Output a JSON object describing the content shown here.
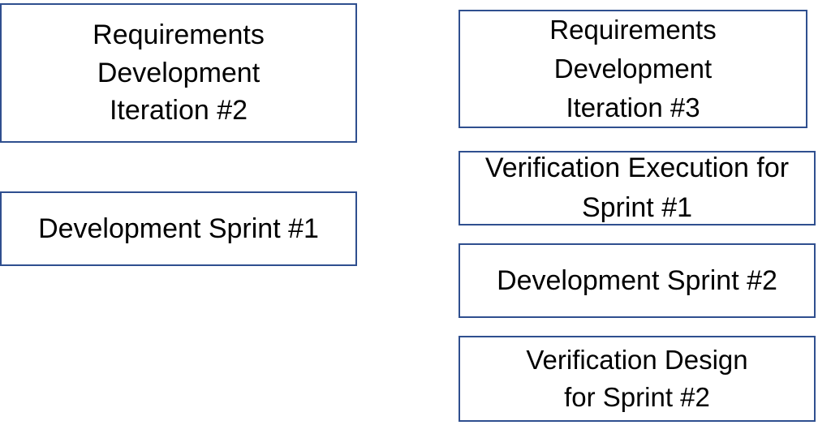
{
  "boxes": {
    "requirements_iteration_2": "Requirements\nDevelopment\nIteration #2",
    "development_sprint_1": "Development Sprint #1",
    "requirements_iteration_3": "Requirements\nDevelopment\nIteration #3",
    "verification_execution_sprint_1": "Verification Execution for\nSprint #1",
    "development_sprint_2": "Development Sprint #2",
    "verification_design_sprint_2": "Verification Design\nfor Sprint #2"
  },
  "colors": {
    "box_border": "#2f4f8f",
    "text": "#000000",
    "background": "#ffffff"
  }
}
